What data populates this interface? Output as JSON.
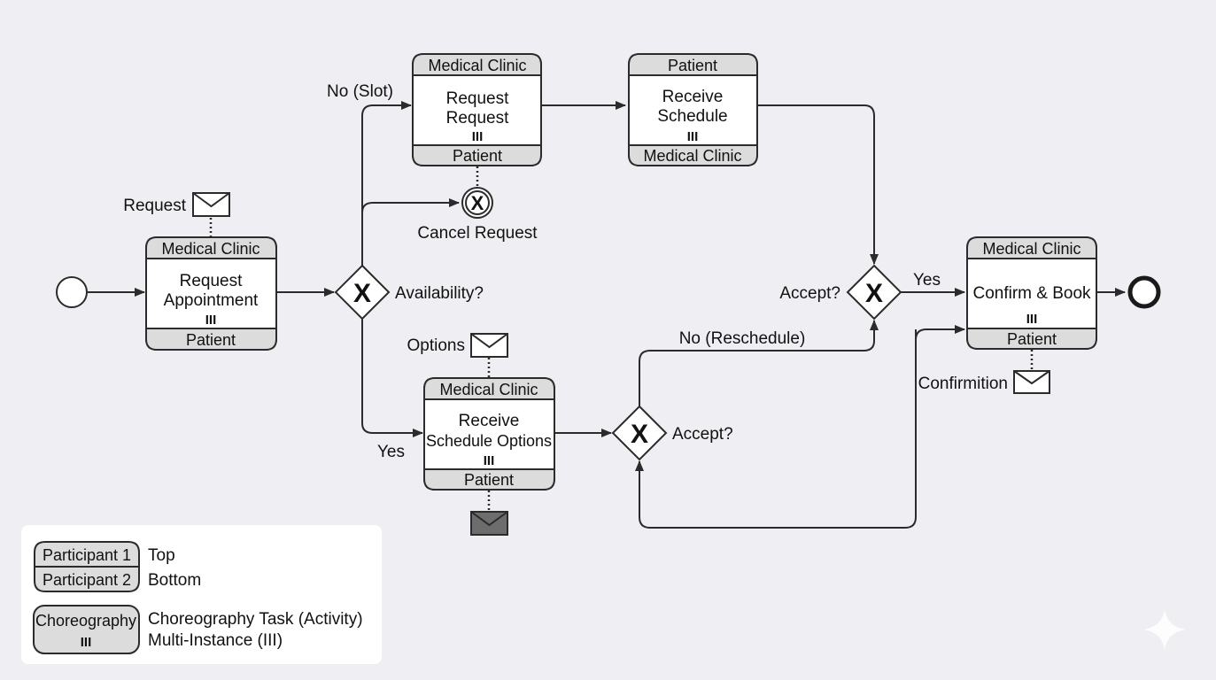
{
  "tasks": {
    "request_appointment": {
      "top": "Medical Clinic",
      "line1": "Request",
      "line2": "Appointment",
      "marker": "III",
      "bottom": "Patient"
    },
    "request_request": {
      "top": "Medical Clinic",
      "line1": "Request",
      "line2": "Request",
      "marker": "III",
      "bottom": "Patient"
    },
    "receive_schedule": {
      "top": "Patient",
      "line1": "Receive",
      "line2": "Schedule",
      "marker": "III",
      "bottom": "Medical Clinic"
    },
    "receive_schedule_options": {
      "top": "Medical Clinic",
      "line1": "Receive",
      "line2": "Schedule Options",
      "marker": "III",
      "bottom": "Patient"
    },
    "confirm_book": {
      "top": "Medical Clinic",
      "line1": "Confirm & Book",
      "marker": "III",
      "bottom": "Patient"
    }
  },
  "gateways": {
    "availability": {
      "symbol": "X",
      "label": "Availability?"
    },
    "accept_lower": {
      "symbol": "X",
      "label": "Accept?"
    },
    "accept_upper": {
      "symbol": "X",
      "label": "Accept?"
    }
  },
  "cancel_event": {
    "symbol": "X",
    "label": "Cancel Request"
  },
  "messages": {
    "request": "Request",
    "options": "Options",
    "confirmation": "Confirmition"
  },
  "flow_labels": {
    "no_slot": "No (Slot)",
    "yes_lower": "Yes",
    "no_reschedule": "No (Reschedule)",
    "yes_upper": "Yes"
  },
  "legend": {
    "participant1": "Participant 1",
    "participant2": "Participant 2",
    "top": "Top",
    "bottom": "Bottom",
    "choreography": "Choreography",
    "marker": "III",
    "task_desc": "Choreography Task (Activity)",
    "mi_desc": "Multi-Instance (III)"
  }
}
